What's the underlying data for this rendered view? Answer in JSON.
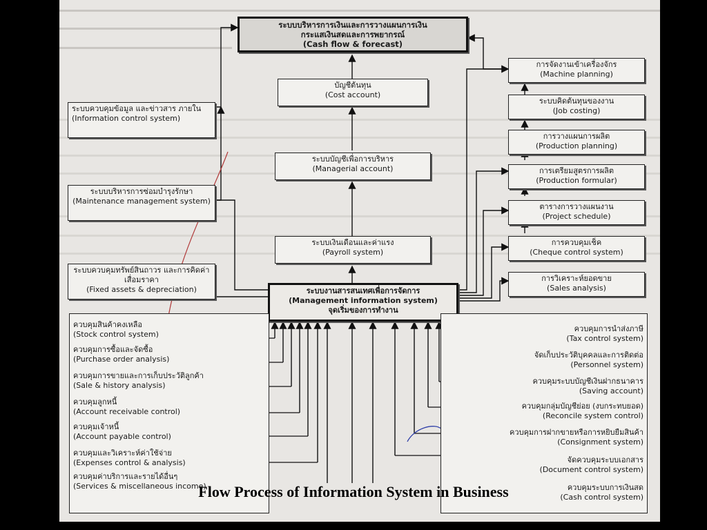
{
  "top_box": {
    "th1": "ระบบบริหารการเงินและการวางแผนการเงิน",
    "th2": "กระแสเงินสดและการพยากรณ์",
    "en": "(Cash flow & forecast)"
  },
  "center": [
    {
      "th": "บัญชีต้นทุน",
      "en": "(Cost account)"
    },
    {
      "th": "ระบบบัญชีเพื่อการบริหาร",
      "en": "(Managerial account)"
    },
    {
      "th": "ระบบเงินเดือนและค่าแรง",
      "en": "(Payroll system)"
    }
  ],
  "mis_box": {
    "th1": "ระบบงานสารสนเทศเพื่อการจัดการ",
    "en": "(Management information system)",
    "th2": "จุดเริ่มของการทำงาน"
  },
  "left_boxes": [
    {
      "th": "ระบบควบคุมข้อมูล และข่าวสาร ภายใน",
      "en": "(Information control system)"
    },
    {
      "th": "ระบบบริหารการซ่อมบำรุงรักษา",
      "en": "(Maintenance management system)"
    },
    {
      "th": "ระบบควบคุมทรัพย์สินถาวร และการคิดค่าเสื่อมราคา",
      "en": "(Fixed assets & depreciation)"
    }
  ],
  "right_boxes": [
    {
      "th": "การจัดงานเข้าเครื่องจักร",
      "en": "(Machine planning)"
    },
    {
      "th": "ระบบคิดต้นทุนของงาน",
      "en": "(Job costing)"
    },
    {
      "th": "การวางแผนการผลิต",
      "en": "(Production planning)"
    },
    {
      "th": "การเตรียมสูตรการผลิต",
      "en": "(Production formular)"
    },
    {
      "th": "ตารางการวางแผนงาน",
      "en": "(Project schedule)"
    },
    {
      "th": "การควบคุมเช็ค",
      "en": "(Cheque control system)"
    },
    {
      "th": "การวิเคราะห์ยอดขาย",
      "en": "(Sales analysis)"
    }
  ],
  "bottom_left": [
    {
      "th": "ควบคุมสินค้าคงเหลือ",
      "en": "(Stock control system)"
    },
    {
      "th": "ควบคุมการซื้อและจัดซื้อ",
      "en": "(Purchase order analysis)"
    },
    {
      "th": "ควบคุมการขายและการเก็บประวัติลูกค้า",
      "en": "(Sale & history analysis)"
    },
    {
      "th": "ควบคุมลูกหนี้",
      "en": "(Account receivable control)"
    },
    {
      "th": "ควบคุมเจ้าหนี้",
      "en": "(Account payable control)"
    },
    {
      "th": "ควบคุมและวิเคราะห์ค่าใช้จ่าย",
      "en": "(Expenses control & analysis)"
    },
    {
      "th": "ควบคุมค่าบริการและรายได้อื่นๆ",
      "en": "(Services & miscellaneous income)"
    }
  ],
  "bottom_right": [
    {
      "th": "ควบคุมการนำส่งภาษี",
      "en": "(Tax control system)"
    },
    {
      "th": "จัดเก็บประวัติบุคคลและการติดต่อ",
      "en": "(Personnel system)"
    },
    {
      "th": "ควบคุมระบบบัญชีเงินฝากธนาคาร",
      "en": "(Saving account)"
    },
    {
      "th": "ควบคุมกลุ่มบัญชีย่อย (งบกระทบยอด)",
      "en": "(Reconcile system control)"
    },
    {
      "th": "ควบคุมการฝากขายหรือการหยิบยืมสินค้า",
      "en": "(Consignment system)"
    },
    {
      "th": "จัดควบคุมระบบเอกสาร",
      "en": "(Document control system)"
    },
    {
      "th": "ควบคุมระบบการเงินสด",
      "en": "(Cash control system)"
    }
  ],
  "caption": "Flow Process of Information System in Business"
}
